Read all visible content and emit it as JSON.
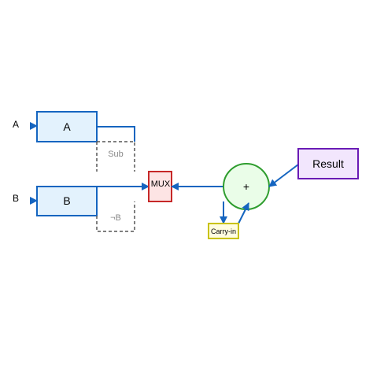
{
  "diagram": {
    "inputs": {
      "a_label": "A",
      "b_label": "B"
    },
    "blocks": {
      "register_a": "A",
      "register_b": "B",
      "sub": "Sub",
      "not_b": "¬B",
      "mux": "MUX",
      "adder": "+",
      "carry_in": "Carry-in",
      "result": "Result"
    },
    "colors": {
      "wire": "#1565c0",
      "register_border": "#1565c0",
      "register_fill": "#e3f2fd",
      "mux_border": "#c62828",
      "mux_fill": "#fde4e4",
      "adder_border": "#2e9d2e",
      "adder_fill": "#eafde8",
      "carry_border": "#c9c200",
      "carry_fill": "#fffde0",
      "result_border": "#6a1bb5",
      "result_fill": "#f2e6fd",
      "dashed": "#555555"
    }
  }
}
